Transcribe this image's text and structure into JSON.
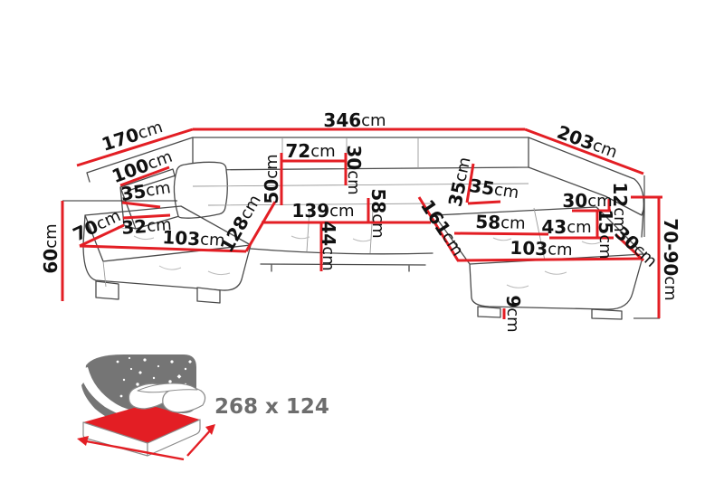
{
  "colors": {
    "dimension_line": "#e31e24",
    "label_text": "#111111",
    "sofa_outline": "#4a4a4a",
    "soft_line": "#9a9a9a",
    "tuft_line": "#bcbcbc",
    "helper_line": "#2a2a2a",
    "icon_panel": "#757575",
    "icon_accent": "#e31e24",
    "icon_text": "#6d6d6d"
  },
  "measurements": {
    "total_width": {
      "value": "346",
      "unit": "cm"
    },
    "left_side_depth": {
      "value": "170",
      "unit": "cm"
    },
    "right_side_depth": {
      "value": "203",
      "unit": "cm"
    },
    "left_armrest_length": {
      "value": "100",
      "unit": "cm"
    },
    "left_armrest_height": {
      "value": "35",
      "unit": "cm"
    },
    "left_corner_width": {
      "value": "70",
      "unit": "cm"
    },
    "left_seat_width": {
      "value": "32",
      "unit": "cm"
    },
    "left_chaise_length": {
      "value": "103",
      "unit": "cm"
    },
    "left_chaise_diagonal": {
      "value": "128",
      "unit": "cm"
    },
    "seat_height": {
      "value": "60",
      "unit": "cm"
    },
    "headrest_width": {
      "value": "72",
      "unit": "cm"
    },
    "headrest_height_left": {
      "value": "50",
      "unit": "cm"
    },
    "headrest_height_right": {
      "value": "30",
      "unit": "cm"
    },
    "middle_seat_width": {
      "value": "139",
      "unit": "cm"
    },
    "middle_seat_depth": {
      "value": "58",
      "unit": "cm"
    },
    "middle_seat_height": {
      "value": "44",
      "unit": "cm"
    },
    "right_back_cushion_height": {
      "value": "35",
      "unit": "cm"
    },
    "right_back_cushion_width": {
      "value": "35",
      "unit": "cm"
    },
    "right_section_diagonal": {
      "value": "161",
      "unit": "cm"
    },
    "right_seat_width": {
      "value": "58",
      "unit": "cm"
    },
    "right_armrest_length": {
      "value": "43",
      "unit": "cm"
    },
    "right_back_width": {
      "value": "30",
      "unit": "cm"
    },
    "right_back_gap": {
      "value": "12",
      "unit": "cm"
    },
    "right_armrest_height": {
      "value": "15",
      "unit": "cm"
    },
    "right_corner_width": {
      "value": "30",
      "unit": "cm"
    },
    "overall_height": {
      "value": "70-90",
      "unit": "cm"
    },
    "right_chaise_length": {
      "value": "103",
      "unit": "cm"
    },
    "leg_height": {
      "value": "9",
      "unit": "cm"
    }
  },
  "sleeping_area": {
    "label": "268 x 124"
  }
}
